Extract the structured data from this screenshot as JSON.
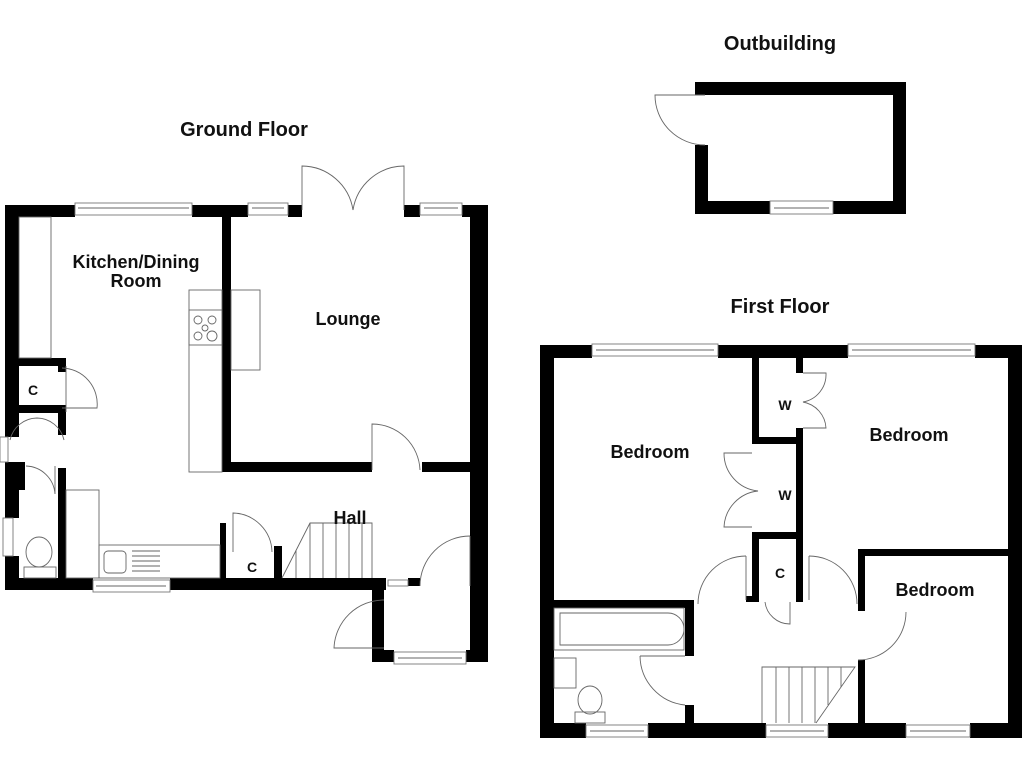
{
  "titles": {
    "ground_floor": "Ground Floor",
    "first_floor": "First Floor",
    "outbuilding": "Outbuilding"
  },
  "ground_floor": {
    "rooms": {
      "kitchen_line1": "Kitchen/Dining",
      "kitchen_line2": "Room",
      "lounge": "Lounge",
      "hall": "Hall",
      "cupboard_kitchen": "C",
      "cupboard_hall": "C"
    }
  },
  "first_floor": {
    "rooms": {
      "bedroom_1": "Bedroom",
      "bedroom_2": "Bedroom",
      "bedroom_3": "Bedroom",
      "wardrobe_1": "W",
      "wardrobe_2": "W",
      "cupboard_landing": "C"
    }
  },
  "colors": {
    "wall": "#000000",
    "background": "#ffffff",
    "fixture_line": "#666666"
  }
}
